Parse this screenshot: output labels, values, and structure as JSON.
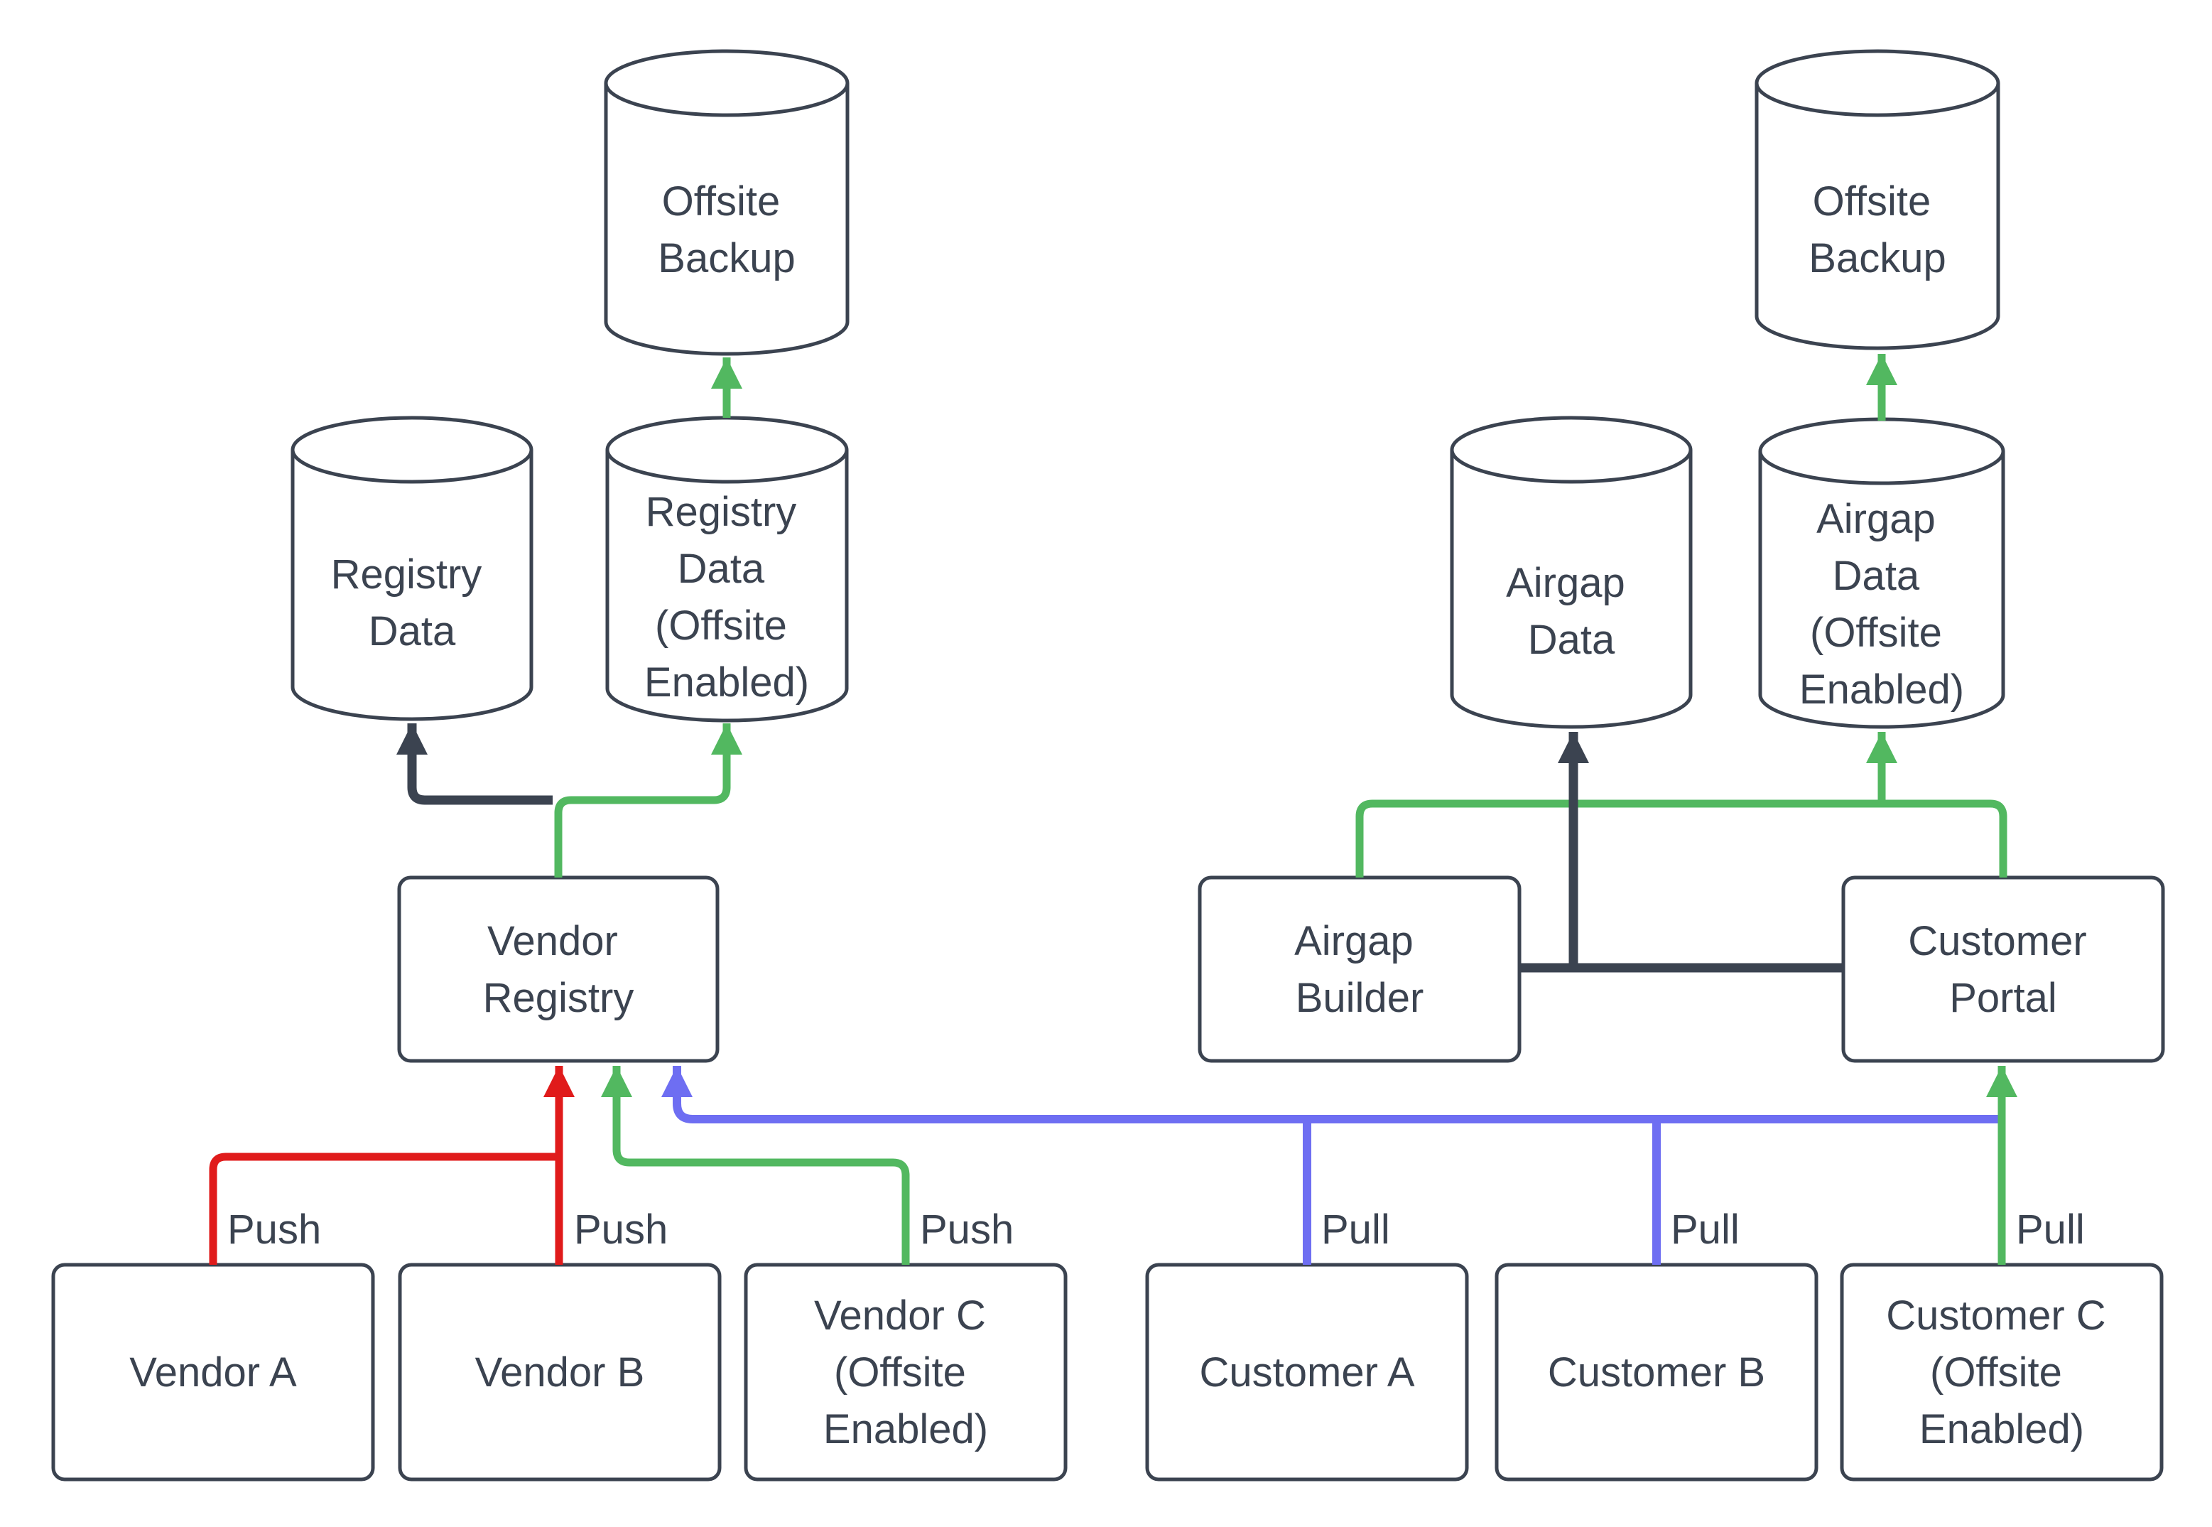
{
  "diagram": {
    "colors": {
      "stroke": "#3b4350",
      "text": "#3b4350",
      "fill": "#ffffff",
      "background": "#ffffff",
      "red": "#e01b1b",
      "green": "#52b860",
      "blue": "#6e6ef2"
    },
    "nodes": {
      "offsite_backup_left": {
        "label": "Offsite Backup",
        "lines": [
          "Offsite",
          "Backup"
        ]
      },
      "registry_data": {
        "label": "Registry Data",
        "lines": [
          "Registry",
          "Data"
        ]
      },
      "registry_data_offsite": {
        "label": "Registry Data (Offsite Enabled)",
        "lines": [
          "Registry",
          "Data",
          "(Offsite",
          "Enabled)"
        ]
      },
      "vendor_registry": {
        "label": "Vendor Registry",
        "lines": [
          "Vendor",
          "Registry"
        ]
      },
      "vendor_a": {
        "label": "Vendor A",
        "lines": [
          "Vendor A"
        ]
      },
      "vendor_b": {
        "label": "Vendor B",
        "lines": [
          "Vendor B"
        ]
      },
      "vendor_c": {
        "label": "Vendor C (Offsite Enabled)",
        "lines": [
          "Vendor C",
          "(Offsite",
          "Enabled)"
        ]
      },
      "airgap_data": {
        "label": "Airgap Data",
        "lines": [
          "Airgap",
          "Data"
        ]
      },
      "airgap_data_offsite": {
        "label": "Airgap Data (Offsite Enabled)",
        "lines": [
          "Airgap",
          "Data",
          "(Offsite",
          "Enabled)"
        ]
      },
      "offsite_backup_right": {
        "label": "Offsite Backup",
        "lines": [
          "Offsite",
          "Backup"
        ]
      },
      "airgap_builder": {
        "label": "Airgap Builder",
        "lines": [
          "Airgap",
          "Builder"
        ]
      },
      "customer_portal": {
        "label": "Customer Portal",
        "lines": [
          "Customer",
          "Portal"
        ]
      },
      "customer_a": {
        "label": "Customer A",
        "lines": [
          "Customer A"
        ]
      },
      "customer_b": {
        "label": "Customer B",
        "lines": [
          "Customer B"
        ]
      },
      "customer_c": {
        "label": "Customer C (Offsite Enabled)",
        "lines": [
          "Customer C",
          "(Offsite",
          "Enabled)"
        ]
      }
    },
    "edge_labels": {
      "push": "Push",
      "pull": "Pull"
    }
  }
}
